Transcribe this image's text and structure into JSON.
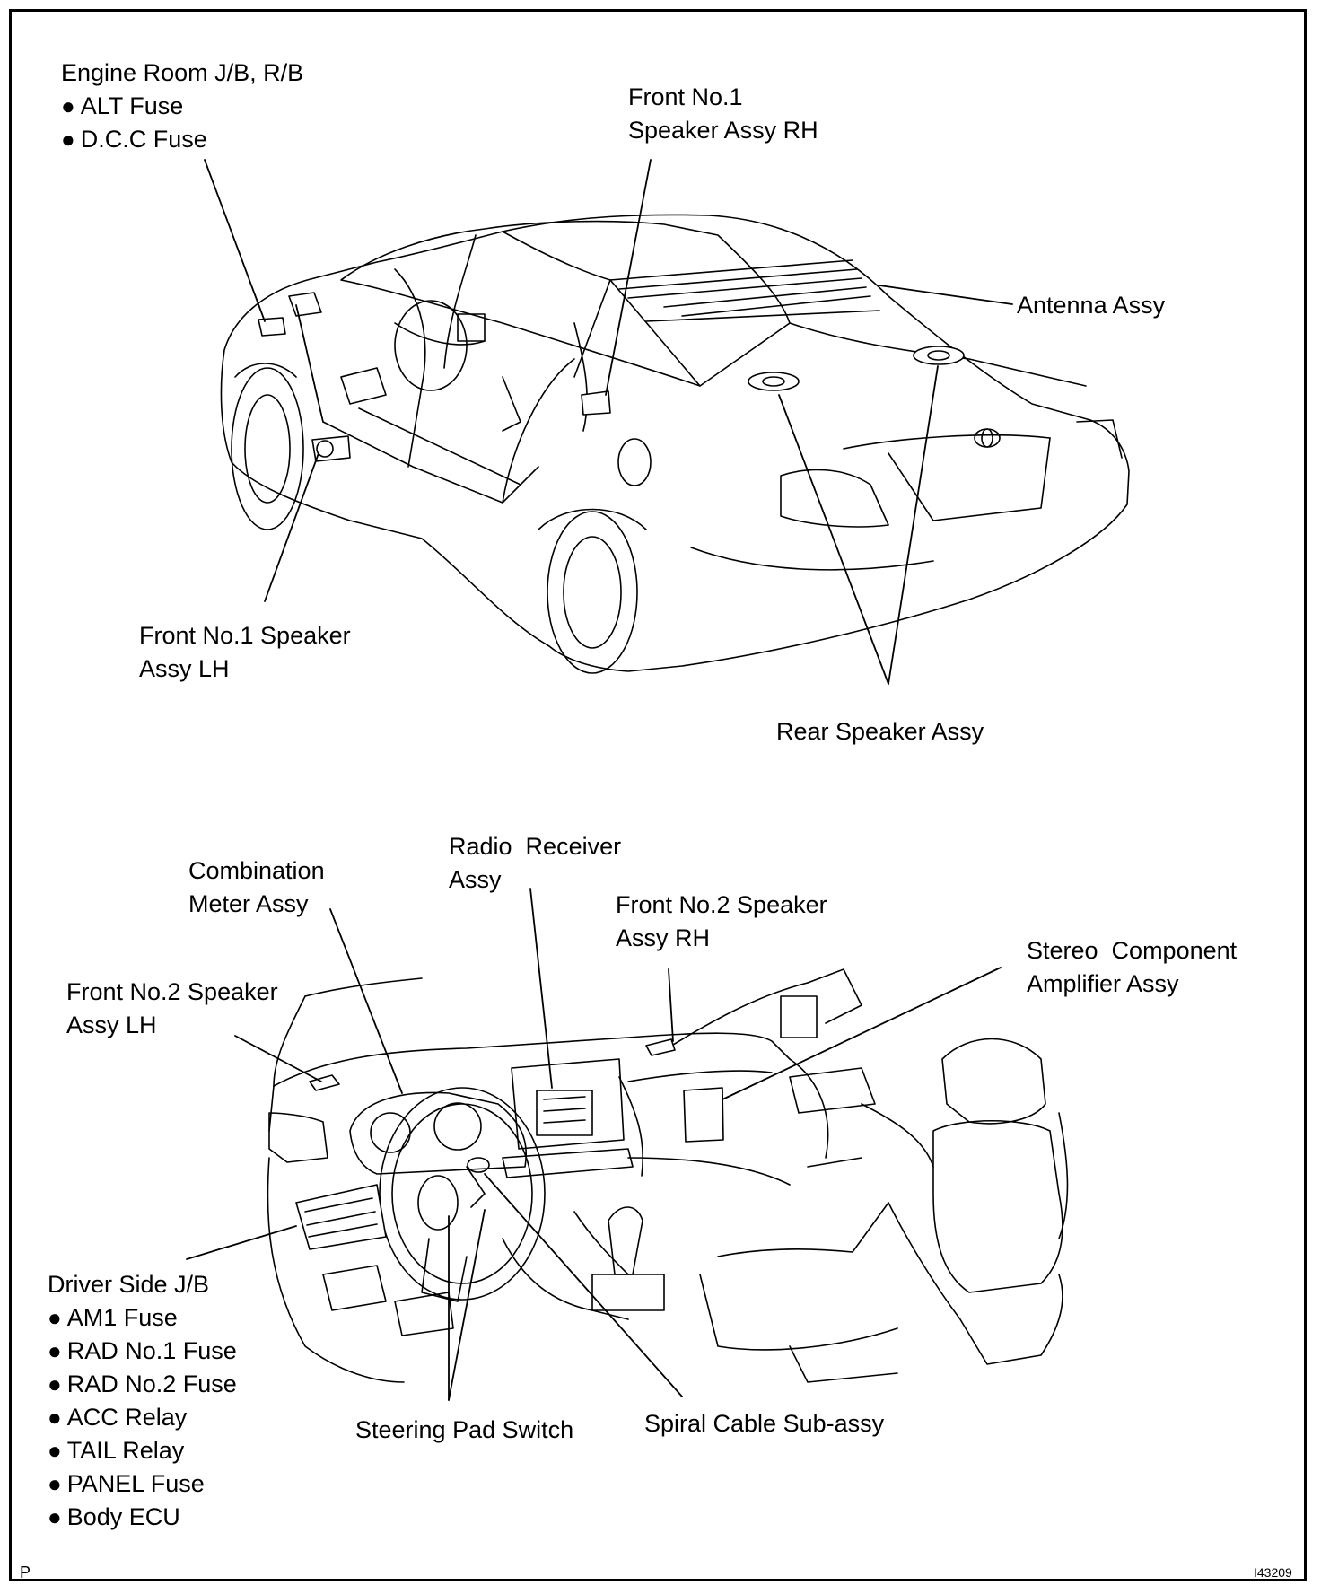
{
  "top": {
    "engine_room": {
      "title": "Engine Room J/B, R/B",
      "items": [
        "ALT Fuse",
        "D.C.C Fuse"
      ]
    },
    "front_no1_rh": {
      "line1": "Front No.1",
      "line2": "Speaker Assy RH"
    },
    "antenna": "Antenna Assy",
    "front_no1_lh": {
      "line1": "Front No.1 Speaker",
      "line2": "Assy LH"
    },
    "rear_speaker": "Rear Speaker Assy"
  },
  "bottom": {
    "combination_meter": {
      "line1": "Combination",
      "line2": "Meter Assy"
    },
    "radio_receiver": {
      "line1": "Radio  Receiver",
      "line2": "Assy"
    },
    "front_no2_rh": {
      "line1": "Front No.2 Speaker",
      "line2": "Assy RH"
    },
    "stereo_amp": {
      "line1": "Stereo  Component",
      "line2": "Amplifier Assy"
    },
    "front_no2_lh": {
      "line1": "Front No.2 Speaker",
      "line2": "Assy LH"
    },
    "driver_side": {
      "title": "Driver Side J/B",
      "items": [
        "AM1 Fuse",
        "RAD No.1 Fuse",
        "RAD No.2 Fuse",
        "ACC Relay",
        "TAIL Relay",
        "PANEL Fuse",
        "Body ECU"
      ]
    },
    "steering_pad": "Steering Pad Switch",
    "spiral_cable": "Spiral Cable Sub-assy"
  },
  "footer": {
    "left_mark": "P",
    "figure_id": "I43209"
  }
}
